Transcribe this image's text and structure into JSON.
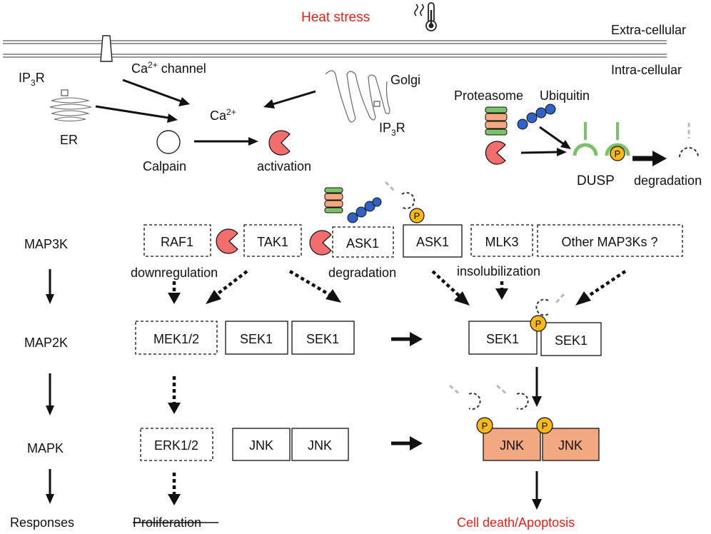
{
  "labels": {
    "heat_stress": "Heat stress",
    "extra_cellular": "Extra-cellular",
    "intra_cellular": "Intra-cellular",
    "ip3r_left_main": "IP",
    "ip3r_left_sub": "3",
    "ip3r_left_tail": "R",
    "ca_channel_main": "Ca",
    "ca_channel_sup": "2+",
    "ca_channel_tail": " channel",
    "er": "ER",
    "ca_main": "Ca",
    "ca_sup": "2+",
    "calpain": "Calpain",
    "activation": "activation",
    "golgi": "Golgi",
    "ip3r_right_main": "IP",
    "ip3r_right_sub": "3",
    "ip3r_right_tail": "R",
    "proteasome": "Proteasome",
    "ubiquitin": "Ubiquitin",
    "dusp": "DUSP",
    "degradation_top": "degradation",
    "p": "P"
  },
  "levels": {
    "map3k": "MAP3K",
    "map2k": "MAP2K",
    "mapk": "MAPK",
    "responses": "Responses"
  },
  "nodes": {
    "raf1": "RAF1",
    "tak1": "TAK1",
    "ask1_a": "ASK1",
    "ask1_b": "ASK1",
    "mlk3": "MLK3",
    "other_map3ks": "Other MAP3Ks ?",
    "mek12": "MEK1/2",
    "sek1_a": "SEK1",
    "sek1_b": "SEK1",
    "sek1_c": "SEK1",
    "sek1_d": "SEK1",
    "erk12": "ERK1/2",
    "jnk_a": "JNK",
    "jnk_b": "JNK",
    "jnk_c": "JNK",
    "jnk_d": "JNK"
  },
  "annotations": {
    "downregulation": "downregulation",
    "degradation": "degradation",
    "insolubilization": "insolubilization"
  },
  "outcomes": {
    "proliferation": "Proliferation",
    "cell_death": "Cell death/Apoptosis"
  },
  "colors": {
    "red_text": "#e8201a",
    "calpain_active": "#f26d6d",
    "ubiquitin": "#2f62c4",
    "phospho": "#f7b81b",
    "jnk_active": "#f2a983",
    "dusp_green": "#7cc26b"
  }
}
